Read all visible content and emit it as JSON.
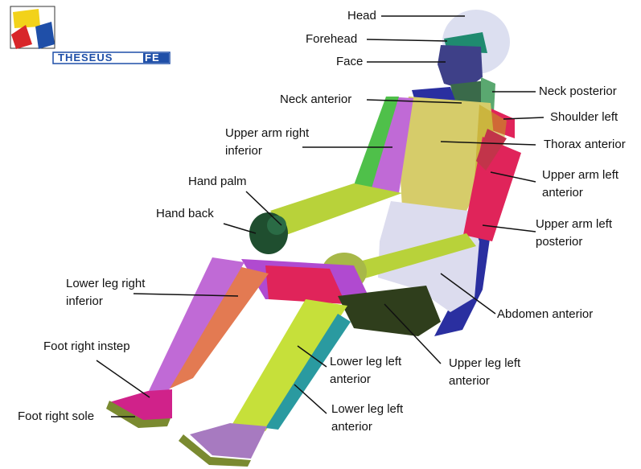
{
  "logo": {
    "text_main": "THESEUS",
    "text_fe": "FE"
  },
  "labels": {
    "head": "Head",
    "forehead": "Forehead",
    "face": "Face",
    "neck_anterior": "Neck anterior",
    "neck_posterior": "Neck posterior",
    "shoulder_left": "Shoulder left",
    "upper_arm_right_inferior": "Upper arm right inferior",
    "thorax_anterior": "Thorax anterior",
    "hand_palm": "Hand palm",
    "upper_arm_left_anterior": "Upper arm left anterior",
    "hand_back": "Hand back",
    "upper_arm_left_posterior": "Upper arm left posterior",
    "lower_leg_right_inferior": "Lower leg right inferior",
    "abdomen_anterior": "Abdomen anterior",
    "foot_right_instep": "Foot right instep",
    "lower_leg_left_anterior_1": "Lower leg left anterior",
    "upper_leg_left_anterior": "Upper leg left anterior",
    "foot_right_sole": "Foot right sole",
    "lower_leg_left_anterior_2": "Lower leg left anterior"
  },
  "colors": {
    "logo_yellow": "#f2d21a",
    "logo_red": "#d8262a",
    "logo_blue": "#1f4fa8",
    "head": "#d9dcea",
    "face": "#3d3f86",
    "forehead": "#1d8a6e",
    "thorax": "#d6cc6a",
    "abdomen": "#dcdcee",
    "arm_green": "#b8d23a",
    "magenta": "#c23a9a",
    "red": "#e0245a",
    "dark_green": "#2f3e1c"
  }
}
